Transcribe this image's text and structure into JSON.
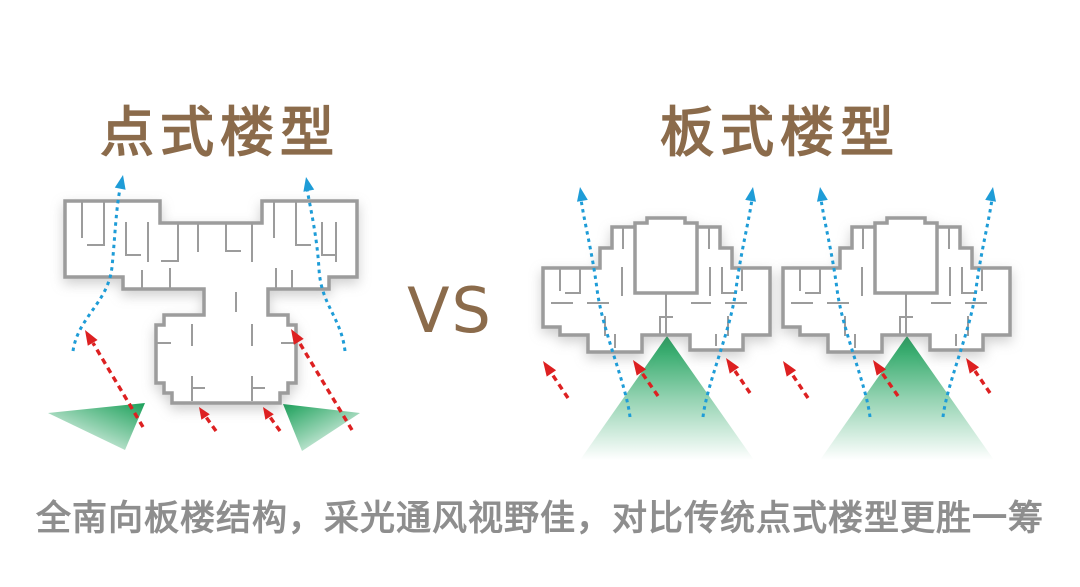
{
  "page": {
    "background": "#ffffff"
  },
  "left_panel": {
    "title": "点式楼型"
  },
  "right_panel": {
    "title": "板式楼型"
  },
  "vs_label": "VS",
  "caption": "全南向板楼结构，采光通风视野佳，对比传统点式楼型更胜一筹",
  "colors": {
    "brown": "#8b6b4b",
    "caption-gray": "#8e8e8e",
    "wall-gray": "#9c9c9c",
    "airflow-blue": "#1e9cd7",
    "sunlight-red": "#dd2021",
    "light-green": "#0f9b51",
    "bg": "#ffffff"
  }
}
